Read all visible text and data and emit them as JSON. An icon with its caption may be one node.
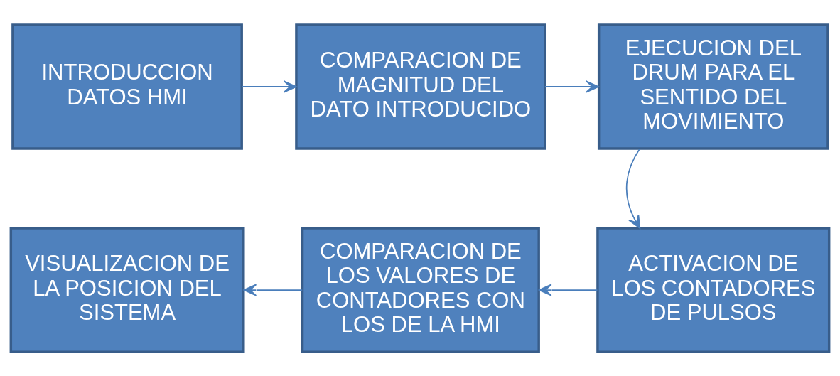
{
  "diagram": {
    "nodes": [
      {
        "text": [
          "INTRODUCCION DATOS HMI"
        ]
      },
      {
        "text": [
          "COMPARACION DE MAGNITUD DEL DATO INTRODUCIDO"
        ]
      },
      {
        "text": [
          "EJECUCION DEL DRUM PARA EL SENTIDO DEL MOVIMIENTO"
        ]
      },
      {
        "text": [
          "ACTIVACION DE LOS CONTADORES DE PULSOS"
        ]
      },
      {
        "text": [
          "COMPARACION DE LOS VALORES DE CONTADORES CON LOS DE LA HMI"
        ]
      },
      {
        "text": [
          "VISUALIZACION DE LA POSICION DEL SISTEMA"
        ]
      }
    ],
    "edges": [
      {
        "from": 0,
        "to": 1,
        "arrow": "to"
      },
      {
        "from": 1,
        "to": 2,
        "arrow": "to"
      },
      {
        "from": 2,
        "to": 3,
        "arrow": "to"
      },
      {
        "from": 3,
        "to": 4,
        "arrow": "to"
      },
      {
        "from": 4,
        "to": 5,
        "arrow": "to"
      }
    ]
  }
}
